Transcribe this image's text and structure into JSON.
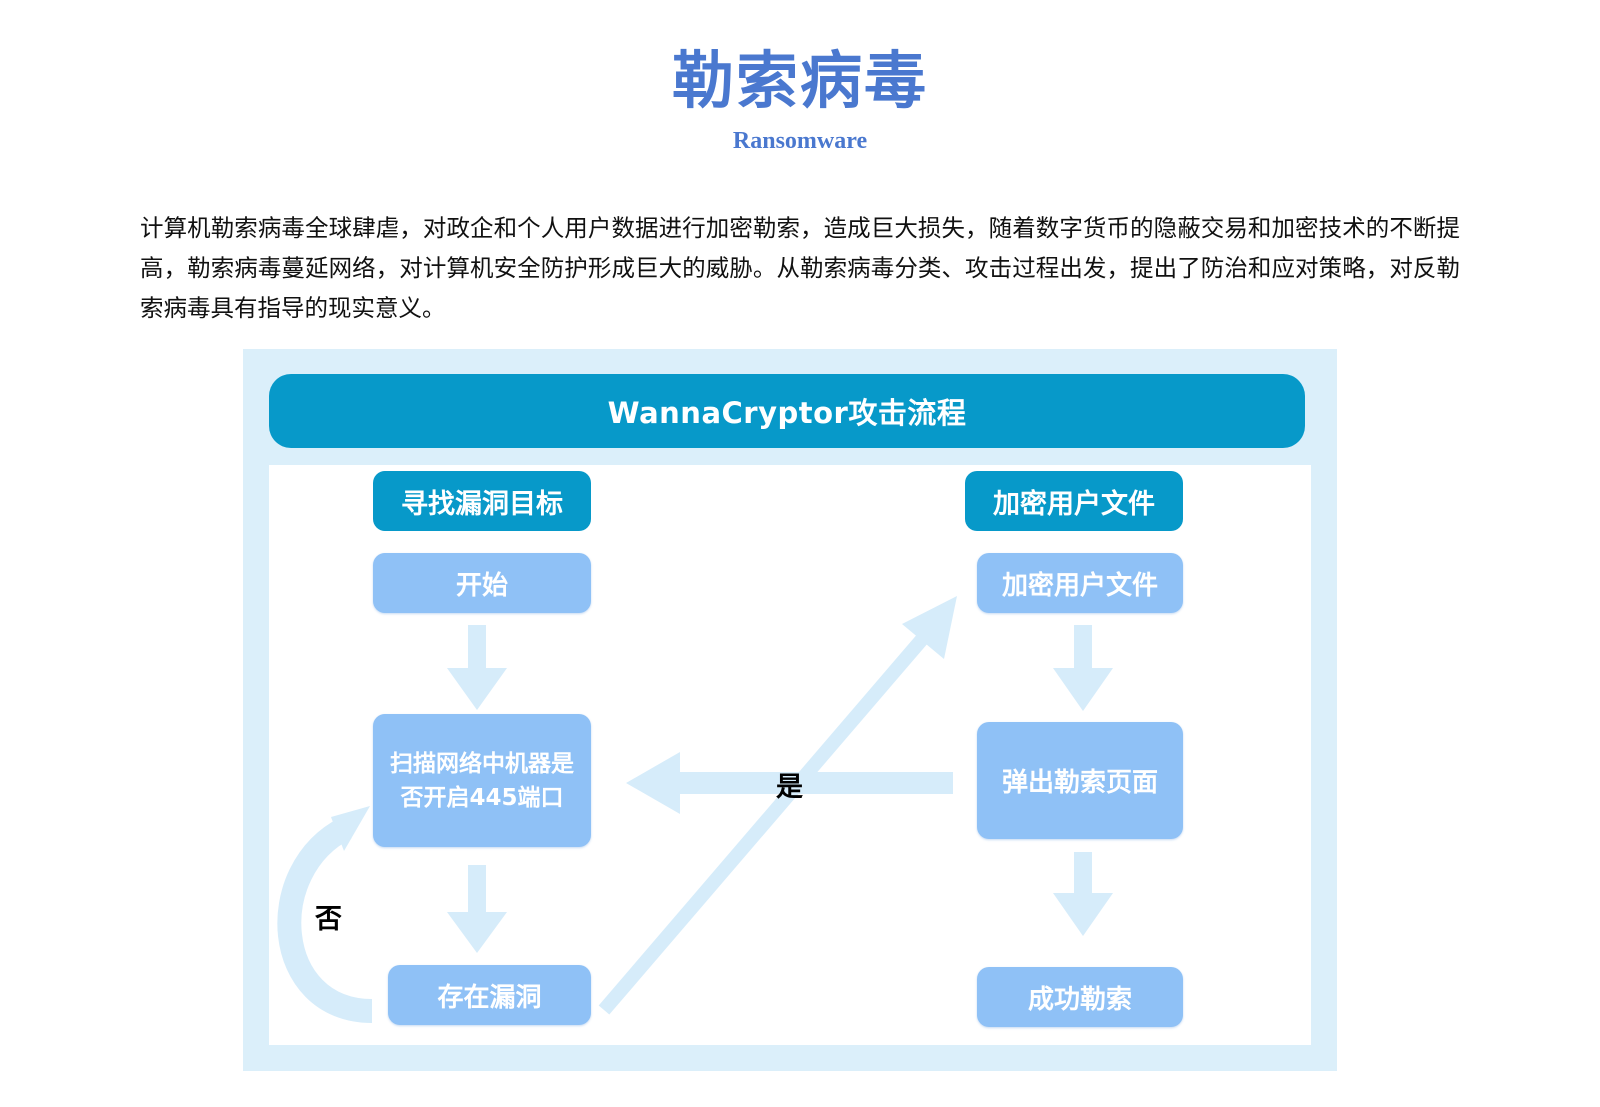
{
  "title": "勒索病毒",
  "subtitle": "Ransomware",
  "intro": "计算机勒索病毒全球肆虐，对政企和个人用户数据进行加密勒索，造成巨大损失，随着数字货币的隐蔽交易和加密技术的不断提高，勒索病毒蔓延网络，对计算机安全防护形成巨大的威胁。从勒索病毒分类、攻击过程出发，提出了防治和应对策略，对反勒索病毒具有指导的现实意义。",
  "diagram": {
    "header": "WannaCryptor攻击流程",
    "left_column_title": "寻找漏洞目标",
    "right_column_title": "加密用户文件",
    "left_steps": [
      "开始",
      "扫描网络中机器是否开启445端口",
      "存在漏洞"
    ],
    "right_steps": [
      "加密用户文件",
      "弹出勒索页面",
      "成功勒索"
    ],
    "yes_label": "是",
    "no_label": "否"
  },
  "colors": {
    "title": "#4a78cf",
    "header_bar": "#0799c9",
    "column_title": "#0799c9",
    "step_box": "#8fc1f6",
    "frame": "#dbeffa",
    "arrow": "#d6ecfa"
  }
}
